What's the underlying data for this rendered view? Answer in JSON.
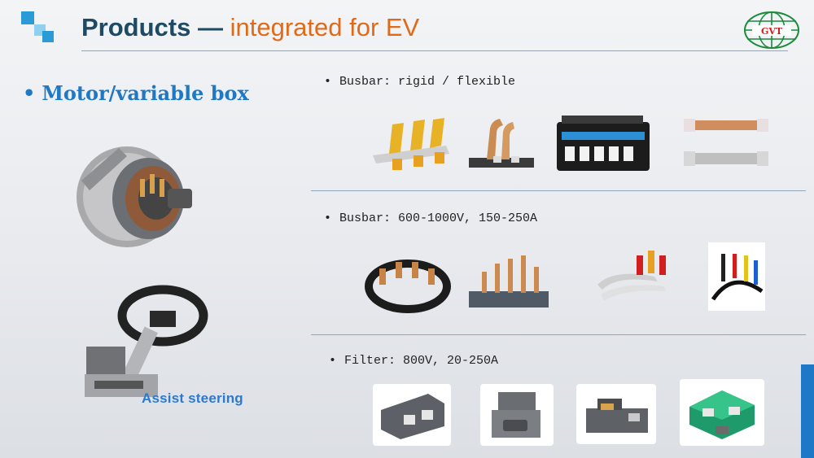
{
  "header": {
    "title_main": "Products",
    "title_dash": " — ",
    "title_sub": "integrated for EV",
    "logo_text": "GVT"
  },
  "left": {
    "bullet": "•",
    "heading": "Motor/variable box",
    "steering_label": "Assist steering"
  },
  "sections": [
    {
      "bullet": "•",
      "label": "Busbar: rigid / flexible"
    },
    {
      "bullet": "•",
      "label": "Busbar: 600-1000V, 150-250A"
    },
    {
      "bullet": "•",
      "label": "Filter: 800V, 20-250A"
    }
  ],
  "colors": {
    "title_dark": "#1d4a64",
    "title_accent": "#e06a17",
    "heading_blue": "#1e78c4",
    "logo_green": "#1b8a3a",
    "logo_red": "#d02020"
  }
}
